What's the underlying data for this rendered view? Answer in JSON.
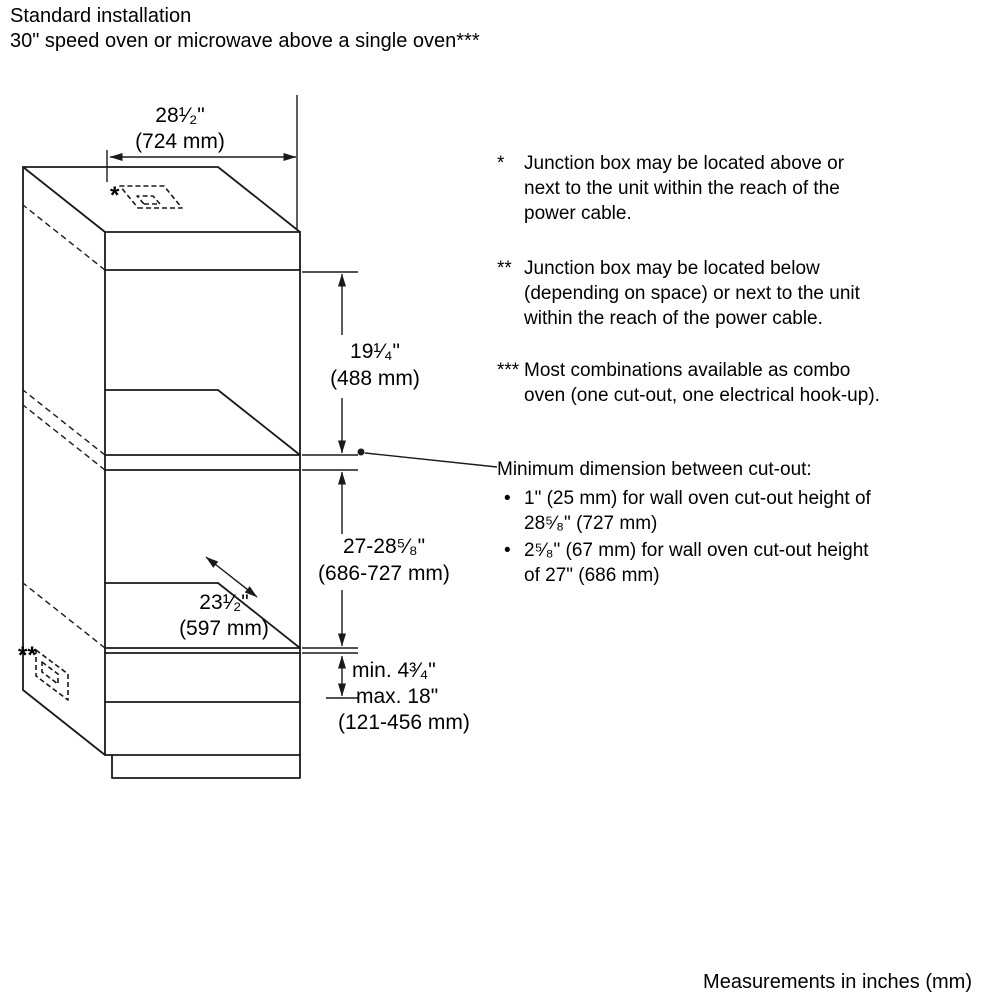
{
  "header": {
    "title": "Standard installation",
    "subtitle": "30\" speed oven or microwave above a single oven***"
  },
  "diagram": {
    "width_in": "28¹⁄₂\"",
    "width_mm": "(724 mm)",
    "upper_in": "19¹⁄₄\"",
    "upper_mm": "(488 mm)",
    "between_in": "27-28⁵⁄₈\"",
    "between_mm": "(686-727 mm)",
    "depth_in": "23¹⁄₂\"",
    "depth_mm": "(597 mm)",
    "bottom_min": "min. 4³⁄₄\"",
    "bottom_max": "max. 18\"",
    "bottom_mm": "(121-456 mm)",
    "marker_top": "*",
    "marker_bottom": "**"
  },
  "notes": [
    {
      "marker": "*",
      "text": "Junction box may be located above or\nnext to the unit within the reach of the\npower cable."
    },
    {
      "marker": "**",
      "text": "Junction box may be located below\n(depending on space) or next to the unit\nwithin the reach of the power cable."
    },
    {
      "marker": "***",
      "text": "Most combinations available as combo\noven (one cut-out, one electrical hook-up)."
    }
  ],
  "callout": {
    "heading": "Minimum dimension between cut-out:",
    "bullets": [
      {
        "dot": "•",
        "text": "1\" (25 mm) for wall oven cut-out height of\n28⁵⁄₈\" (727 mm)"
      },
      {
        "dot": "•",
        "text": "2⁵⁄₈\" (67 mm) for wall oven cut-out height\nof 27\" (686 mm)"
      }
    ]
  },
  "footer": {
    "text": "Measurements in inches (mm)"
  }
}
